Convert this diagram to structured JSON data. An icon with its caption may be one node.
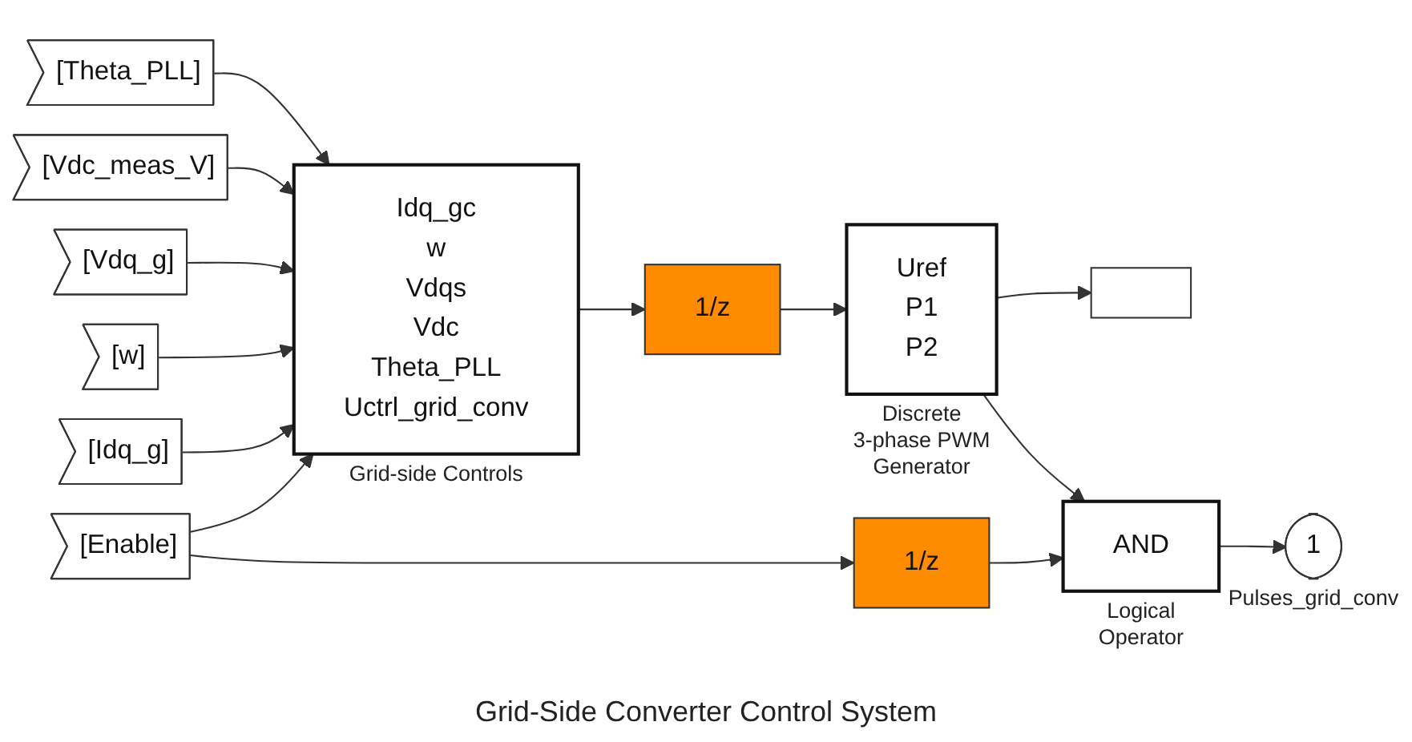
{
  "diagram": {
    "caption": "Grid-Side Converter Control System",
    "nodes": [
      {
        "text": [
          "[Enable]"
        ]
      },
      {
        "text": [
          "[Idq_g]"
        ]
      },
      {
        "text": [
          "[w]"
        ]
      },
      {
        "text": [
          "[Vdq_g]"
        ]
      },
      {
        "text": [
          "[Vdc_meas_V]"
        ]
      },
      {
        "text": [
          "[Theta_PLL]"
        ]
      },
      {
        "text": [
          "Idq_gc",
          "w",
          "Vdqs",
          "Vdc",
          "Theta_PLL",
          "Uctrl_grid_conv"
        ],
        "beside": [
          "Grid-side Controls"
        ]
      },
      {
        "text": [
          "1/z"
        ]
      },
      {
        "text": [
          "1/z"
        ]
      },
      {
        "text": [
          "Uref",
          "P1",
          "P2"
        ],
        "beside": [
          "Discrete 3-phase PWM Generator"
        ]
      },
      {
        "text": [],
        "shape": "box"
      },
      {
        "text": [
          "AND"
        ],
        "beside": [
          "Logical Operator"
        ]
      },
      {
        "text": [
          "1"
        ],
        "beside": [
          "Pulses_grid_conv"
        ]
      }
    ],
    "edges": [
      {
        "from": 0,
        "to": 6,
        "arrow": "to"
      },
      {
        "from": 0,
        "to": 7,
        "arrow": "to"
      },
      {
        "from": 1,
        "to": 6,
        "arrow": "to"
      },
      {
        "from": 2,
        "to": 6,
        "arrow": "to"
      },
      {
        "from": 3,
        "to": 6,
        "arrow": "to"
      },
      {
        "from": 4,
        "to": 6,
        "arrow": "to"
      },
      {
        "from": 5,
        "to": 6,
        "arrow": "to"
      },
      {
        "from": 6,
        "to": 8,
        "arrow": "to"
      },
      {
        "from": 8,
        "to": 9,
        "arrow": "to"
      },
      {
        "from": 7,
        "to": 11,
        "arrow": "to"
      },
      {
        "from": 9,
        "to": 11,
        "arrow": "to"
      },
      {
        "from": 9,
        "to": 10,
        "arrow": "to"
      },
      {
        "from": 11,
        "to": 12,
        "arrow": "to"
      }
    ]
  }
}
